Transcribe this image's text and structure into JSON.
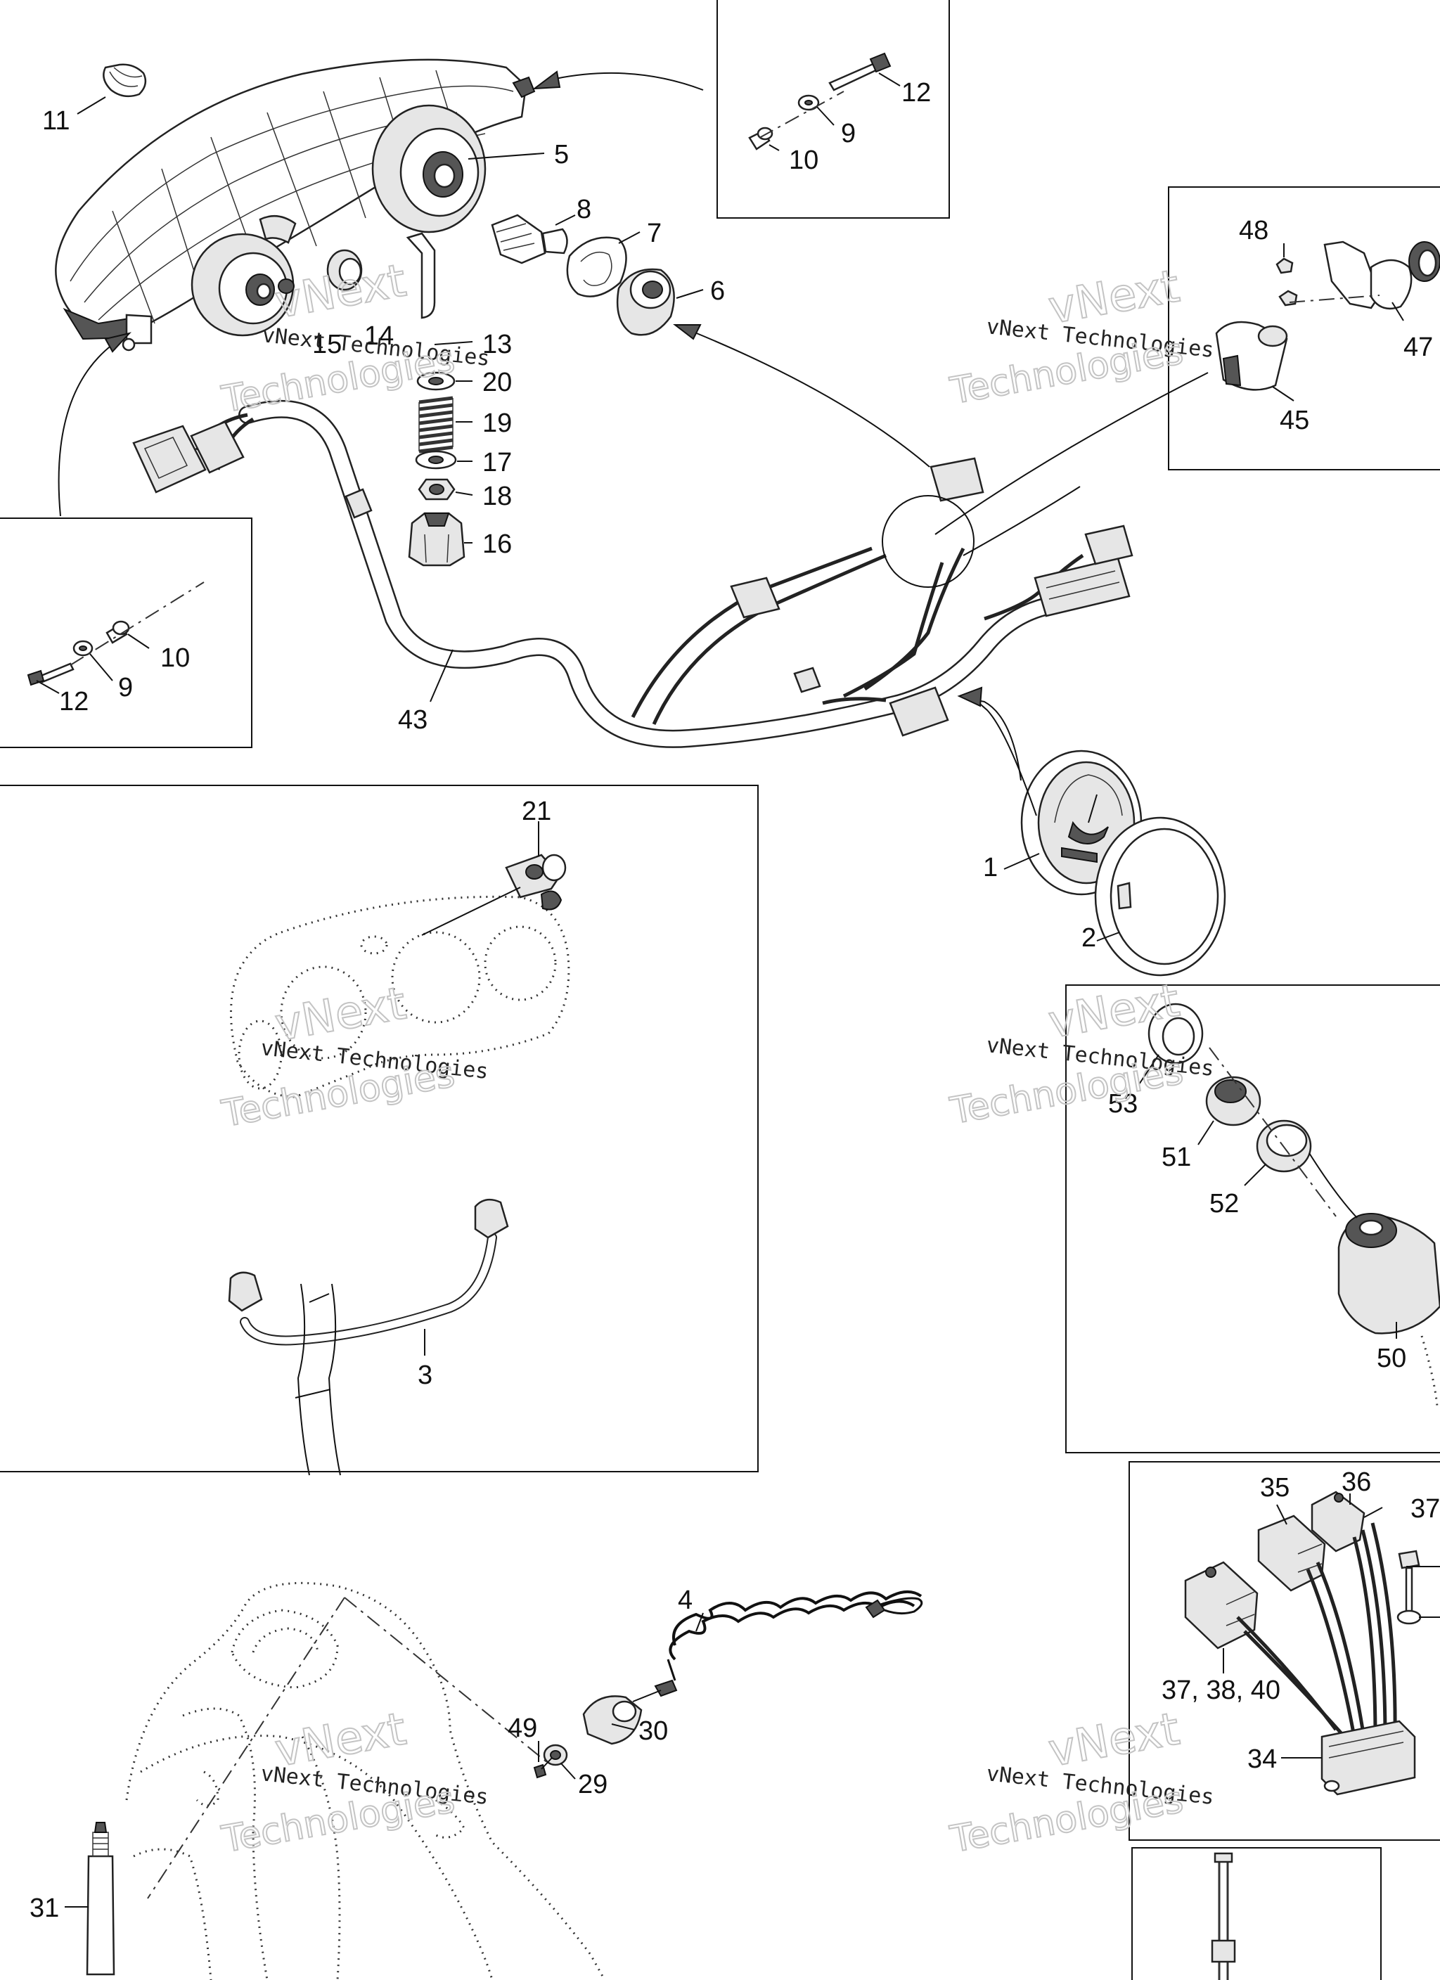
{
  "callouts": [
    {
      "id": "c1",
      "text": "11"
    },
    {
      "id": "c2",
      "text": "5"
    },
    {
      "id": "c3",
      "text": "12"
    },
    {
      "id": "c4",
      "text": "9"
    },
    {
      "id": "c5",
      "text": "10"
    },
    {
      "id": "c6",
      "text": "8"
    },
    {
      "id": "c7",
      "text": "7"
    },
    {
      "id": "c8",
      "text": "6"
    },
    {
      "id": "c9",
      "text": "48"
    },
    {
      "id": "c10",
      "text": "47"
    },
    {
      "id": "c11",
      "text": "45"
    },
    {
      "id": "c12",
      "text": "15"
    },
    {
      "id": "c13",
      "text": "14"
    },
    {
      "id": "c14",
      "text": "13"
    },
    {
      "id": "c15",
      "text": "20"
    },
    {
      "id": "c16",
      "text": "19"
    },
    {
      "id": "c17",
      "text": "17"
    },
    {
      "id": "c18",
      "text": "18"
    },
    {
      "id": "c19",
      "text": "16"
    },
    {
      "id": "c20",
      "text": "10"
    },
    {
      "id": "c21",
      "text": "9"
    },
    {
      "id": "c22",
      "text": "12"
    },
    {
      "id": "c23",
      "text": "43"
    },
    {
      "id": "c24",
      "text": "21"
    },
    {
      "id": "c25",
      "text": "1"
    },
    {
      "id": "c26",
      "text": "2"
    },
    {
      "id": "c27",
      "text": "53"
    },
    {
      "id": "c28",
      "text": "51"
    },
    {
      "id": "c29",
      "text": "52"
    },
    {
      "id": "c30",
      "text": "50"
    },
    {
      "id": "c31",
      "text": "3"
    },
    {
      "id": "c32",
      "text": "35"
    },
    {
      "id": "c33",
      "text": "36"
    },
    {
      "id": "c34",
      "text": "37"
    },
    {
      "id": "c35",
      "text": "37, 38, 40"
    },
    {
      "id": "c36",
      "text": "34"
    },
    {
      "id": "c37",
      "text": "4"
    },
    {
      "id": "c38",
      "text": "49"
    },
    {
      "id": "c39",
      "text": "30"
    },
    {
      "id": "c40",
      "text": "29"
    },
    {
      "id": "c41",
      "text": "31"
    }
  ],
  "watermark": {
    "line1": "vNext Technologies",
    "line2": "vNext",
    "line3": "Technologies"
  },
  "colors": {
    "ink": "#111111",
    "watermark_outline": "#c4c4c4",
    "background": "#ffffff"
  }
}
